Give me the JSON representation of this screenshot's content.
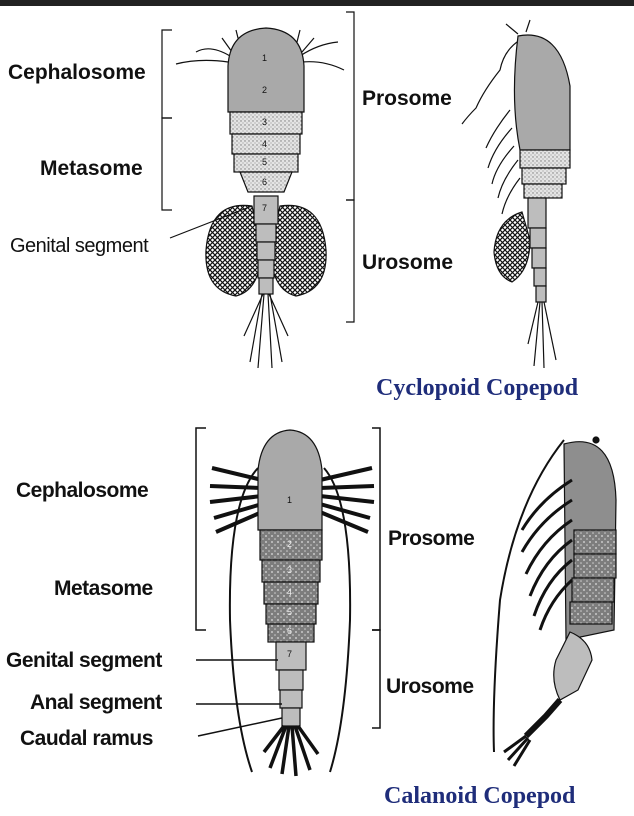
{
  "colors": {
    "title": "#1f2d7a",
    "body_light": "#a9a9a9",
    "body_dark": "#7d7d7d",
    "stipple": "#d6d6d6",
    "line": "#111111",
    "top_strip": "#222222"
  },
  "cyclopoid": {
    "title": "Cyclopoid Copepod",
    "labels": {
      "cephalosome": "Cephalosome",
      "metasome": "Metasome",
      "genital_segment": "Genital segment",
      "prosome": "Prosome",
      "urosome": "Urosome"
    },
    "segment_numbers": [
      "1",
      "2",
      "3",
      "4",
      "5",
      "6",
      "7"
    ]
  },
  "calanoid": {
    "title": "Calanoid Copepod",
    "labels": {
      "cephalosome": "Cephalosome",
      "metasome": "Metasome",
      "genital_segment": "Genital segment",
      "anal_segment": "Anal segment",
      "caudal_ramus": "Caudal ramus",
      "prosome": "Prosome",
      "urosome": "Urosome"
    },
    "segment_numbers": [
      "1",
      "2",
      "3",
      "4",
      "5",
      "6",
      "7"
    ]
  }
}
